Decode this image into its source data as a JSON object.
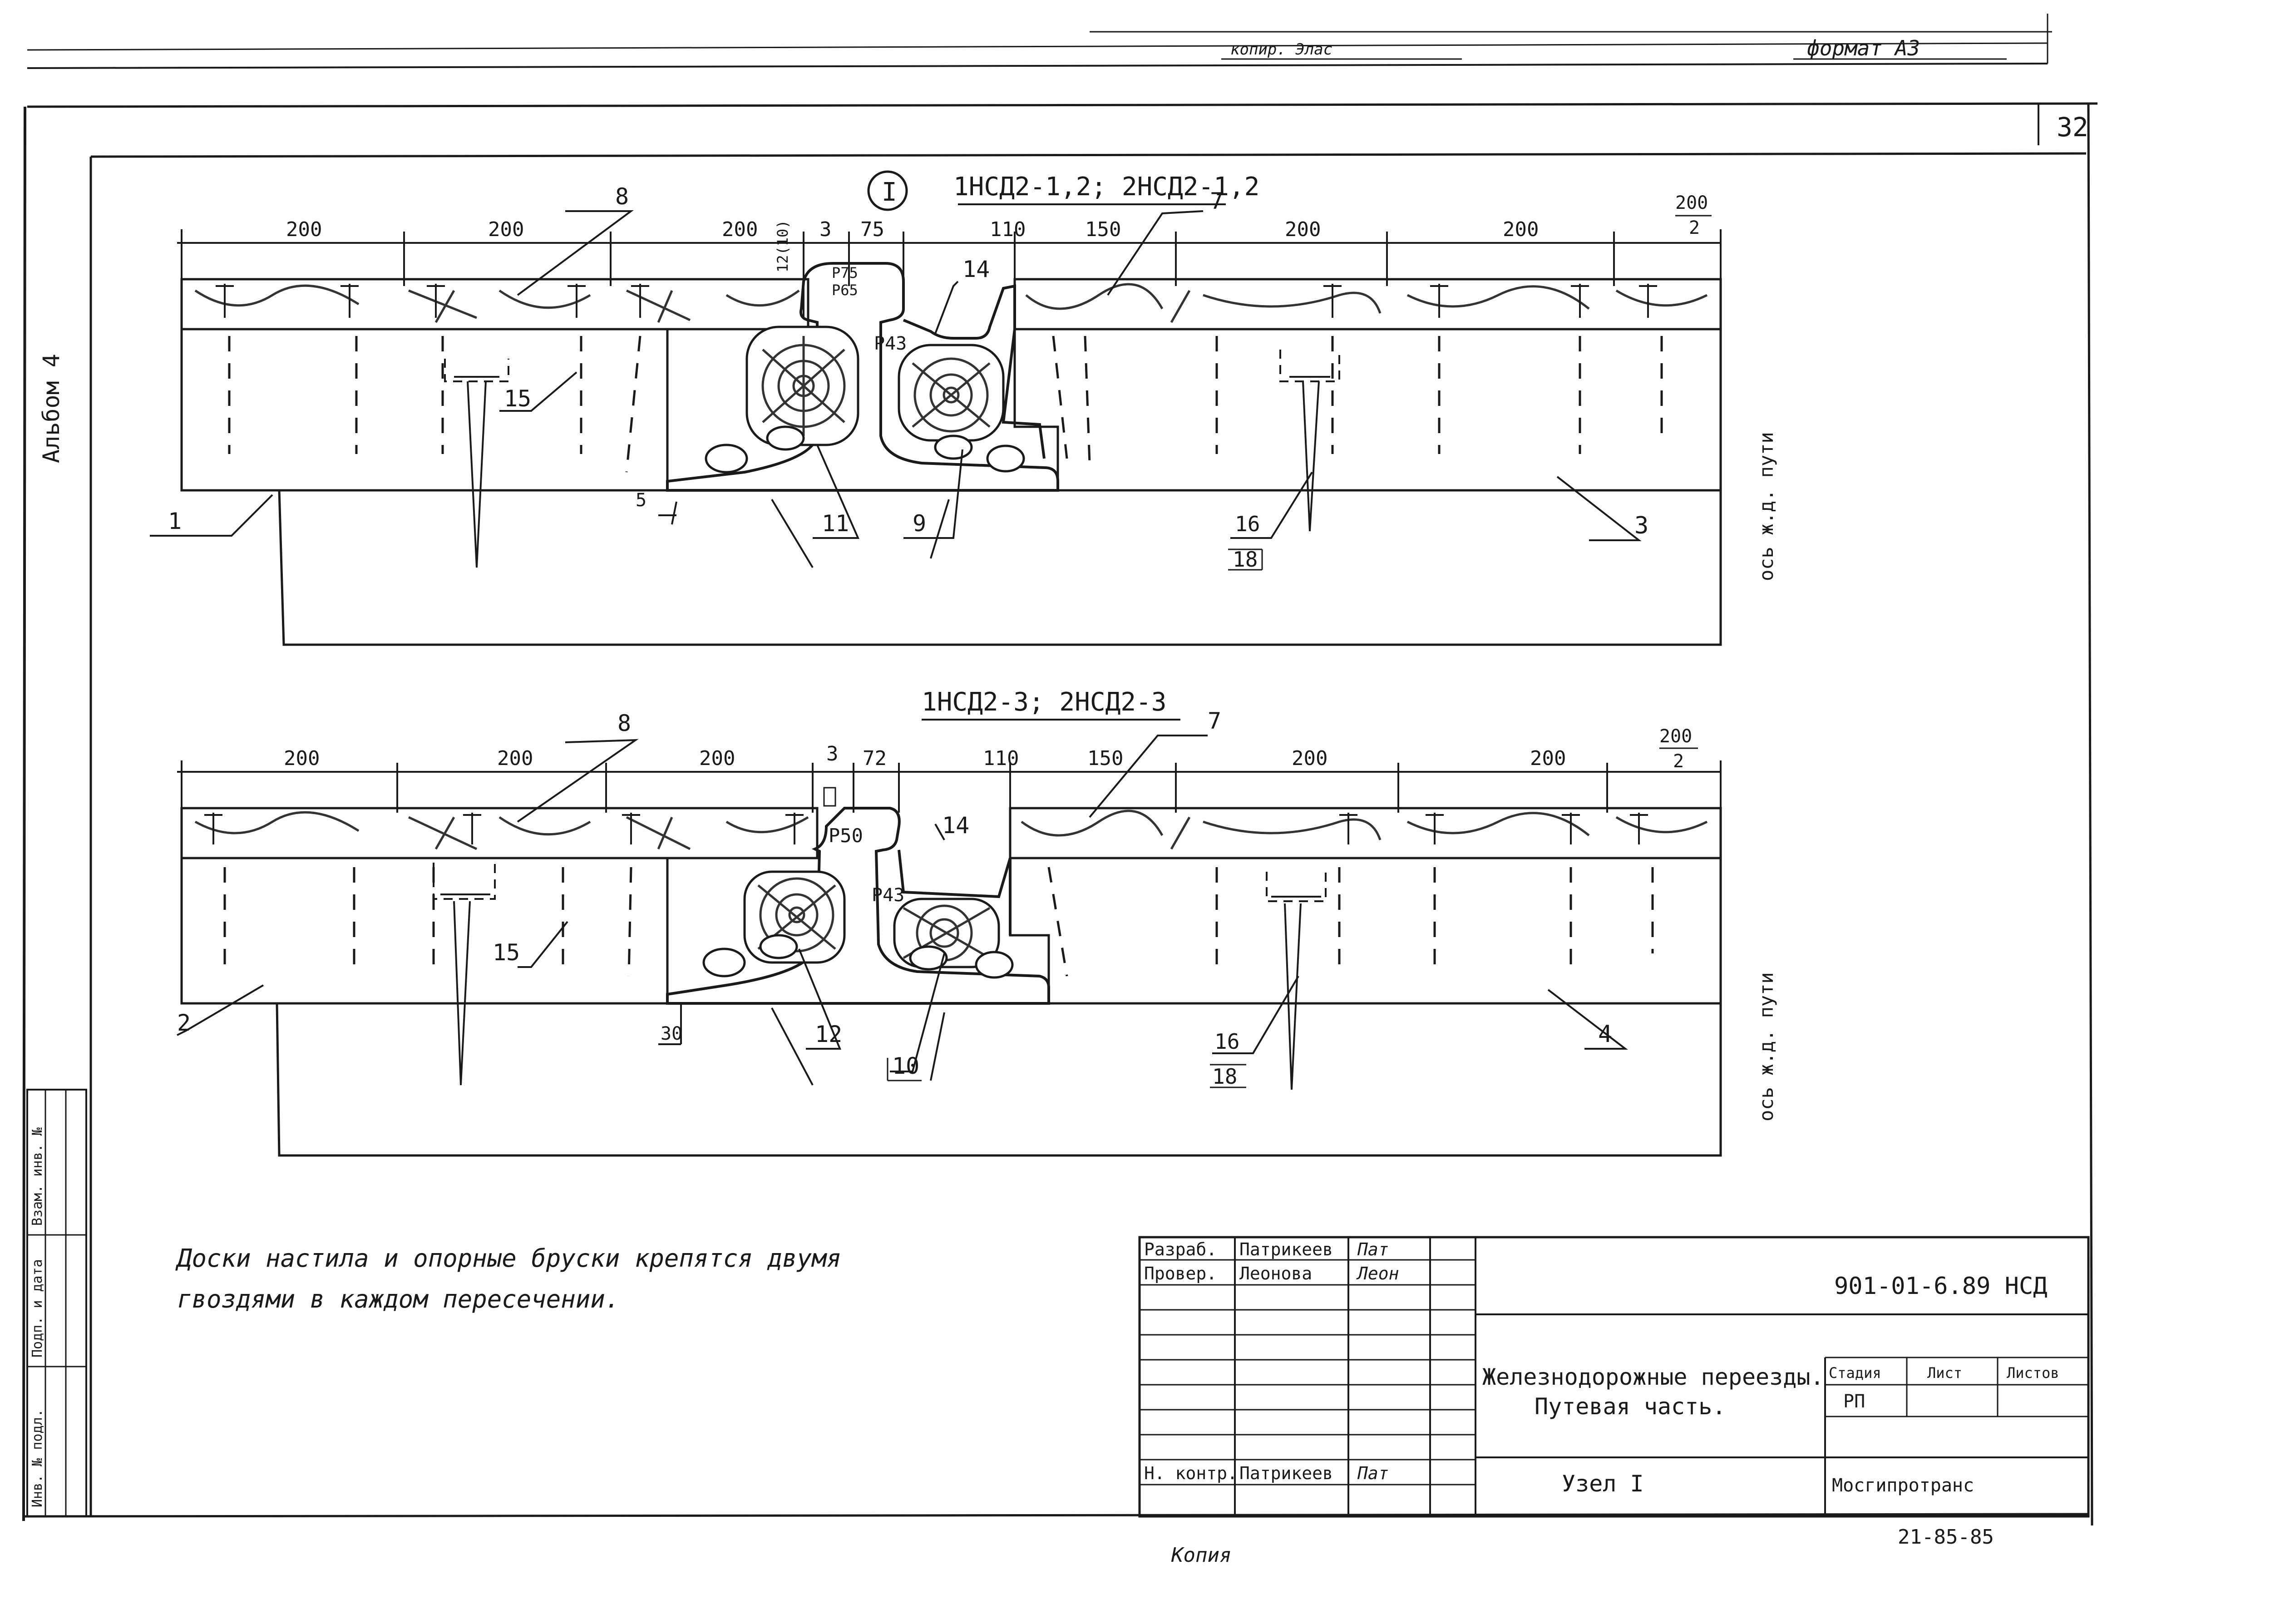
{
  "header": {
    "copied_by": "копир. Элас",
    "format": "формат А3",
    "sheet_number": "32"
  },
  "side": {
    "album": "Альбом 4",
    "stamps": [
      "Взам. инв. №",
      "Подп. и дата",
      "Инв. № подл."
    ]
  },
  "view_upper": {
    "mark": "I",
    "title": "1НСД2-1,2; 2НСД2-1,2",
    "dims": [
      "200",
      "200",
      "200",
      "3",
      "75",
      "110",
      "150",
      "200",
      "200",
      "200",
      "2"
    ],
    "rail_labels": [
      "Р75",
      "Р65",
      "Р43",
      "12(10)"
    ],
    "callouts": [
      "8",
      "7",
      "14",
      "15",
      "1",
      "5",
      "11",
      "9",
      "16",
      "18",
      "3"
    ],
    "axis": "ось ж.д. пути"
  },
  "view_lower": {
    "title": "1НСД2-3; 2НСД2-3",
    "dims": [
      "200",
      "200",
      "200",
      "3",
      "72",
      "110",
      "150",
      "200",
      "200",
      "200",
      "2"
    ],
    "rail_labels": [
      "Р50",
      "Р43"
    ],
    "callouts": [
      "8",
      "7",
      "14",
      "15",
      "2",
      "30",
      "12",
      "10",
      "16",
      "18",
      "4"
    ],
    "axis": "ось ж.д. пути"
  },
  "note": [
    "Доски настила и опорные бруски крепятся двумя",
    "гвоздями в каждом пересечении."
  ],
  "title_block": {
    "rows": [
      {
        "role": "Разраб.",
        "name": "Патрикеев",
        "sign": "Пат"
      },
      {
        "role": "Провер.",
        "name": "Леонова",
        "sign": "Леон"
      },
      {
        "role": "Н. контр.",
        "name": "Патрикеев",
        "sign": "Пат"
      }
    ],
    "code": "901-01-6.89 НСД",
    "title_line1": "Железнодорожные переезды.",
    "title_line2": "Путевая часть.",
    "node": "Узел I",
    "stage_header": "Стадия",
    "stage_value": "РП",
    "sheet_header": "Лист",
    "sheets_header": "Листов",
    "org": "Мосгипротранс",
    "footer_copied": "Копия",
    "footer_code": "21-85-85"
  }
}
